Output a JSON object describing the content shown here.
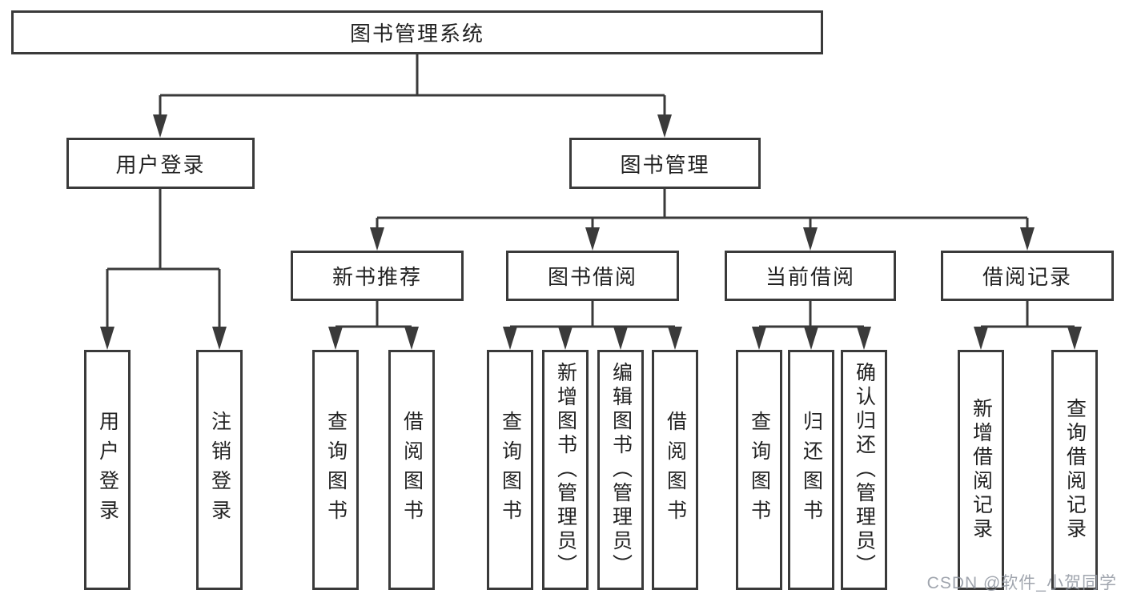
{
  "tree": {
    "label": "图书管理系统",
    "children": [
      {
        "label": "用户登录",
        "children": [
          {
            "label": "用户登录"
          },
          {
            "label": "注销登录"
          }
        ]
      },
      {
        "label": "图书管理",
        "children": [
          {
            "label": "新书推荐",
            "children": [
              {
                "label": "查询图书"
              },
              {
                "label": "借阅图书"
              }
            ]
          },
          {
            "label": "图书借阅",
            "children": [
              {
                "label": "查询图书"
              },
              {
                "label": "新增图书（管理员）"
              },
              {
                "label": "编辑图书（管理员）"
              },
              {
                "label": "借阅图书"
              }
            ]
          },
          {
            "label": "当前借阅",
            "children": [
              {
                "label": "查询图书"
              },
              {
                "label": "归还图书"
              },
              {
                "label": "确认归还（管理员）"
              }
            ]
          },
          {
            "label": "借阅记录",
            "children": [
              {
                "label": "新增借阅记录"
              },
              {
                "label": "查询借阅记录"
              }
            ]
          }
        ]
      }
    ]
  },
  "watermark": "CSDN @软件_小贺同学",
  "colors": {
    "line": "#3a3a3a",
    "text": "#222222",
    "watermark": "#9096a0",
    "background": "#ffffff"
  }
}
